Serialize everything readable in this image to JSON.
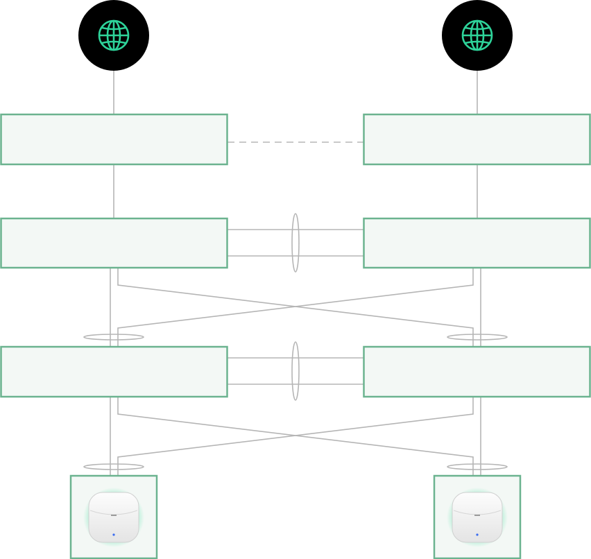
{
  "colors": {
    "background": "#ffffff",
    "box_fill": "#f3f8f5",
    "box_border": "#6bb38f",
    "link_line": "#b5b5b5",
    "globe_circle": "#000000",
    "globe_icon": "#2ed39a",
    "ap_glow": "#7fe8bd",
    "ap_body": "#f2f2f2",
    "ap_led": "#3a6df0"
  },
  "nodes": {
    "internet": [
      {
        "icon": "globe-icon",
        "label": ""
      },
      {
        "icon": "globe-icon",
        "label": ""
      }
    ],
    "edge_routers": [
      {
        "label": ""
      },
      {
        "label": ""
      }
    ],
    "core_switches": [
      {
        "label": ""
      },
      {
        "label": ""
      }
    ],
    "access_switches": [
      {
        "label": ""
      },
      {
        "label": ""
      }
    ],
    "access_points": [
      {
        "icon": "wireless-access-point-icon",
        "label": ""
      },
      {
        "icon": "wireless-access-point-icon",
        "label": ""
      }
    ]
  },
  "links": {
    "edge_router_interconnect": "dashed",
    "core_interconnect": "aggregated",
    "access_interconnect": "aggregated",
    "core_to_access": "crossed-aggregated",
    "access_to_ap": "crossed-aggregated"
  }
}
